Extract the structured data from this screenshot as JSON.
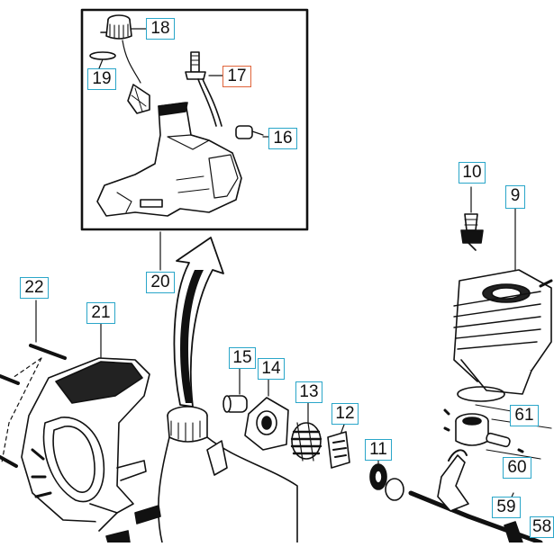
{
  "diagram": {
    "type": "exploded parts diagram",
    "colors": {
      "callout_border": "#2aa6c9",
      "highlight_border": "#e0643a",
      "line": "#111111"
    },
    "callouts": [
      {
        "id": "18",
        "label": "18"
      },
      {
        "id": "19",
        "label": "19"
      },
      {
        "id": "17",
        "label": "17",
        "highlighted": true
      },
      {
        "id": "16",
        "label": "16"
      },
      {
        "id": "20",
        "label": "20"
      },
      {
        "id": "22",
        "label": "22"
      },
      {
        "id": "21",
        "label": "21"
      },
      {
        "id": "15",
        "label": "15"
      },
      {
        "id": "14",
        "label": "14"
      },
      {
        "id": "13",
        "label": "13"
      },
      {
        "id": "12",
        "label": "12"
      },
      {
        "id": "11",
        "label": "11"
      },
      {
        "id": "10",
        "label": "10"
      },
      {
        "id": "9",
        "label": "9"
      },
      {
        "id": "61",
        "label": "61"
      },
      {
        "id": "60",
        "label": "60"
      },
      {
        "id": "59",
        "label": "59"
      },
      {
        "id": "58",
        "label": "58"
      }
    ]
  }
}
